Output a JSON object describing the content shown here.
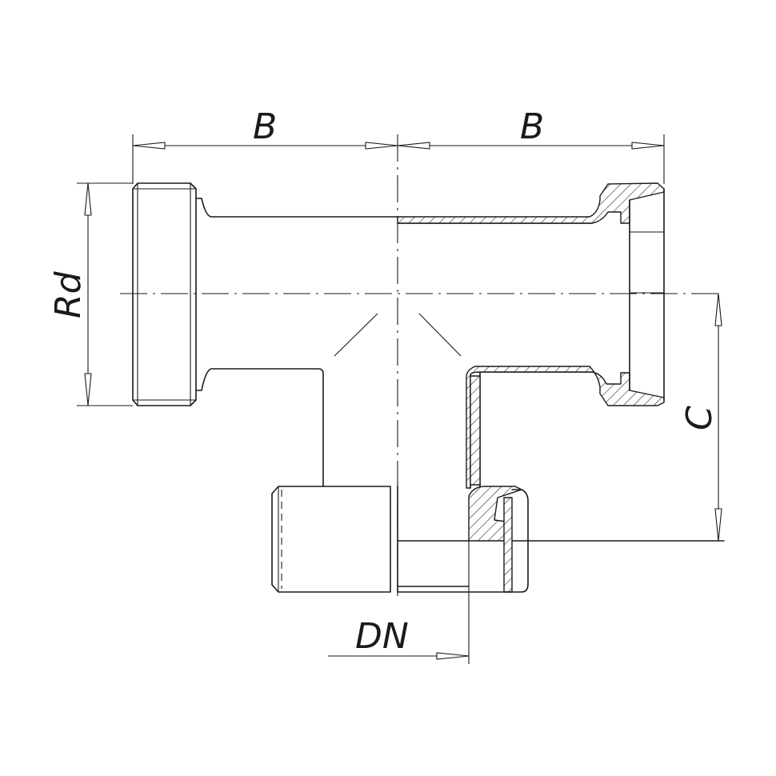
{
  "dimensions": {
    "b_left": "B",
    "b_right": "B",
    "rd": "Rd",
    "c": "C",
    "dn": "DN"
  },
  "colors": {
    "line": "#1a1a1a",
    "background": "#ffffff"
  }
}
